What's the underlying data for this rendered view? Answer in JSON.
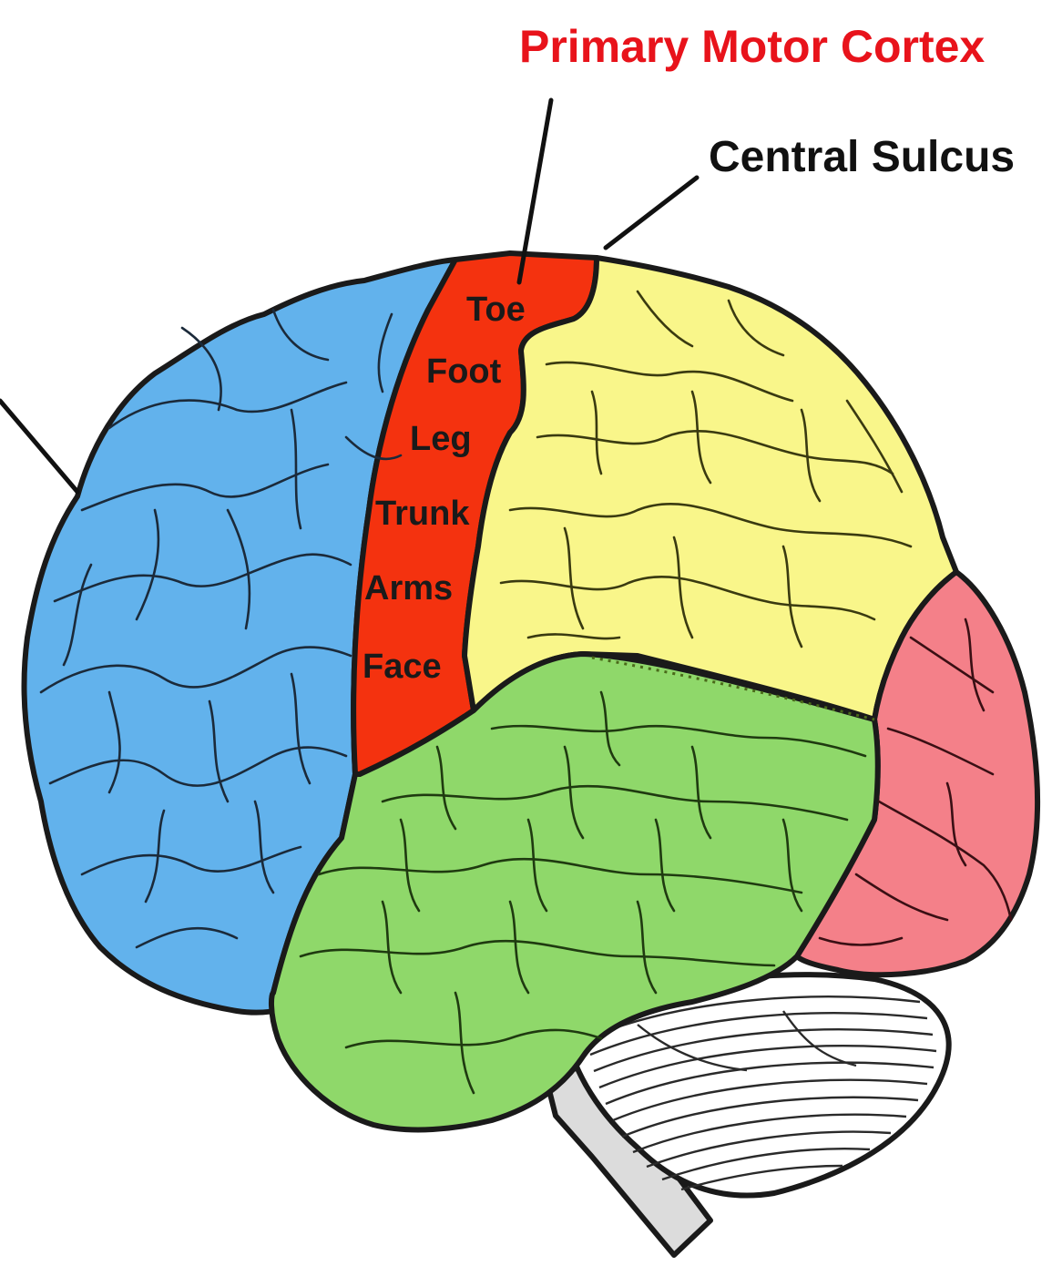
{
  "title": "Primary Motor Cortex",
  "central_sulcus_label": "Central Sulcus",
  "motor_strip_labels": [
    "Toe",
    "Foot",
    "Leg",
    "Trunk",
    "Arms",
    "Face"
  ],
  "colors": {
    "frontal_lobe": "#62b2ec",
    "motor_cortex": "#f4320f",
    "parietal_lobe": "#f9f68a",
    "temporal_lobe": "#8fd86a",
    "occipital_lobe": "#f48089",
    "cerebellum": "#ffffff",
    "brainstem": "#dcdcdc",
    "title_text": "#e8131b"
  }
}
